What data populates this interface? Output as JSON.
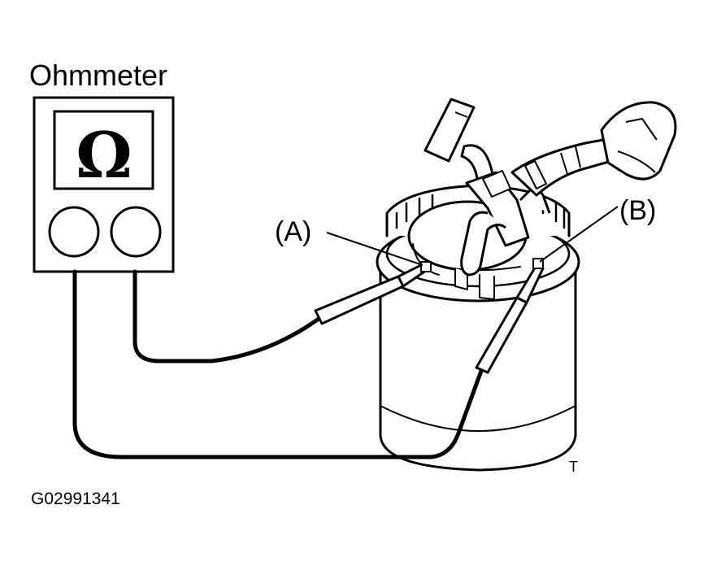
{
  "title": "Ohmmeter",
  "meter": {
    "display_symbol": "Ω",
    "jack_count": 2
  },
  "callouts": {
    "a": "(A)",
    "b": "(B)"
  },
  "corner_mark": "T",
  "figure_code": "G02991341",
  "colors": {
    "ink": "#000000",
    "paper": "#ffffff"
  },
  "icons": [
    "ohmmeter-icon",
    "fuel-pump-assembly-icon",
    "probe-icon"
  ]
}
